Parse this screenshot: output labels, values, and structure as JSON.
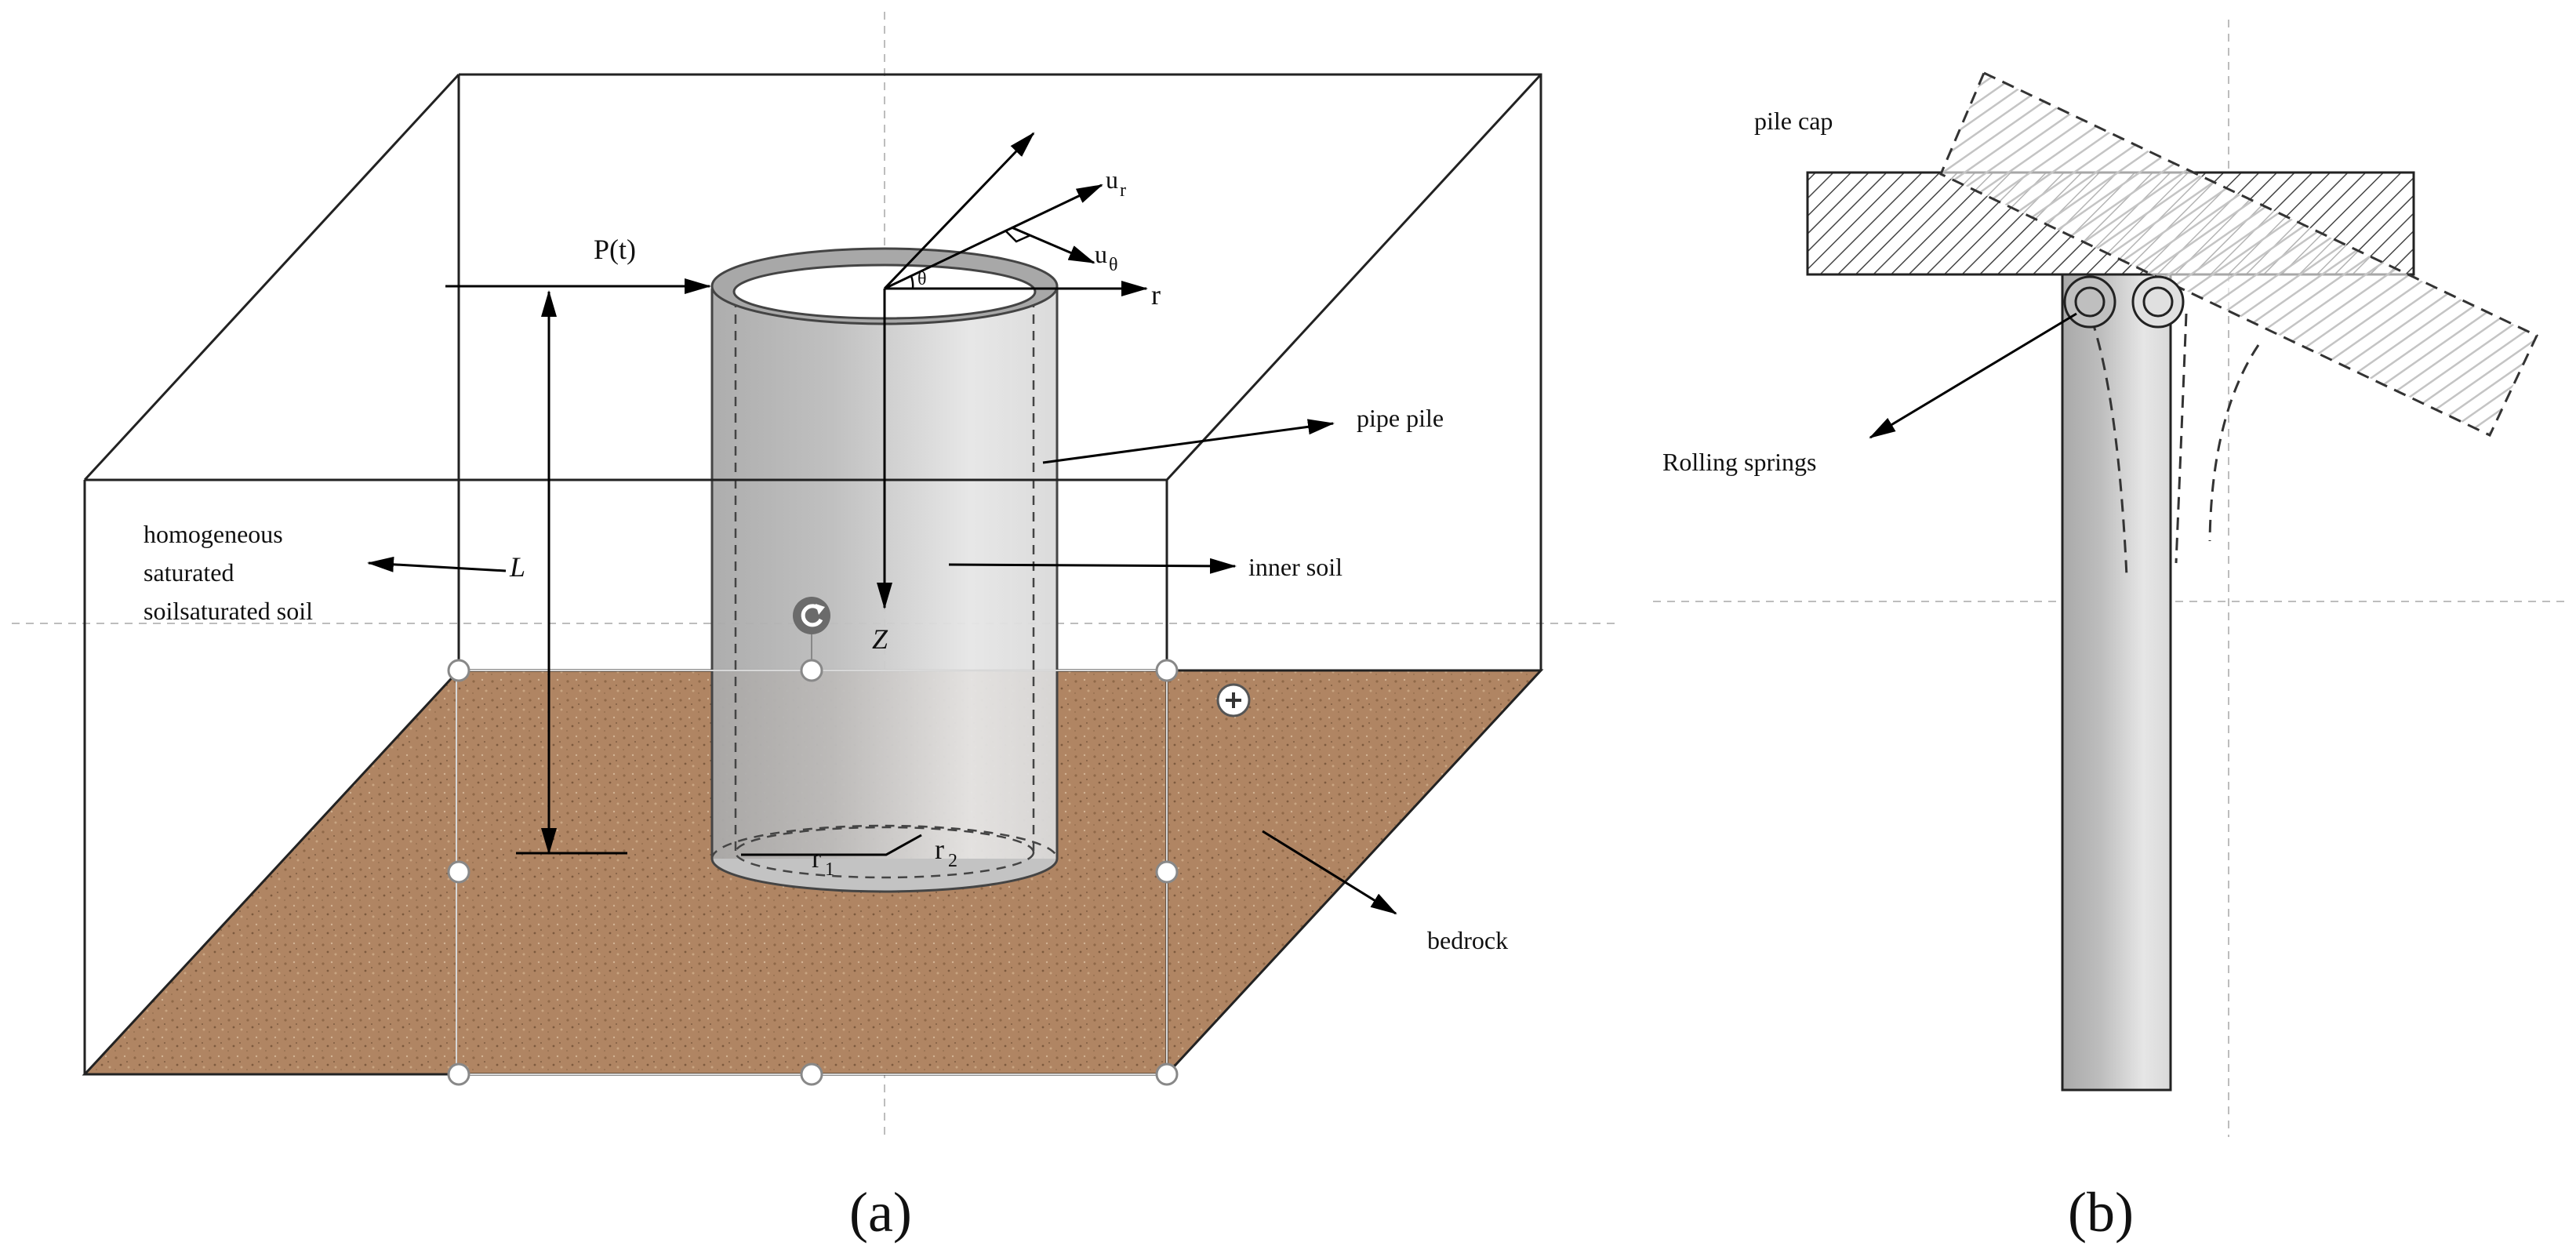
{
  "panel_a": {
    "labels": {
      "load": "P(t)",
      "ur": "u",
      "ur_sub": "r",
      "utheta": "u",
      "utheta_sub": "θ",
      "r_axis": "r",
      "theta": "θ",
      "pipe_pile": "pipe pile",
      "inner_soil": "inner soil",
      "soil_line1": "homogeneous",
      "soil_line2": "saturated",
      "soil_line3": "soilsaturated soil",
      "length": "L",
      "z_axis": "Z",
      "r1": "r",
      "r1_sub": "1",
      "r2": "r",
      "r2_sub": "2",
      "bedrock": "bedrock"
    },
    "caption": "(a)",
    "colors": {
      "bedrock": "#b08563",
      "pile": "#c6c6c6",
      "pile_top": "#a8a8a8"
    }
  },
  "panel_b": {
    "labels": {
      "pile_cap": "pile cap",
      "rolling_springs": "Rolling springs"
    },
    "caption": "(b)",
    "colors": {
      "cap_hatch": "#444444",
      "tilted_hatch": "#bbbbbb"
    }
  },
  "editor_overlay": {
    "rotate_icon": "rotate-icon",
    "add_icon": "plus-icon",
    "selection_handles": 8
  }
}
